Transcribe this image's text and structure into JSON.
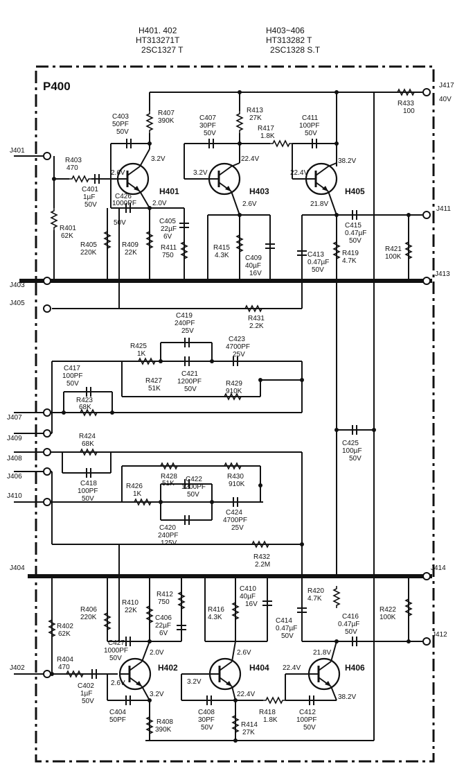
{
  "header": {
    "left": {
      "line1": "H401. 402",
      "line2": "HT313271T",
      "line3": "2SC1327 T"
    },
    "right": {
      "line1": "H403~406",
      "line2": "HT313282 T",
      "line3": "2SC1328 S.T"
    }
  },
  "board": {
    "label": "P400"
  },
  "terminals": {
    "j417": "J417",
    "j417_v": "40V",
    "j401": "J401",
    "j411": "J411",
    "j403": "J403",
    "j413": "J413",
    "j405": "J405",
    "j407": "J407",
    "j409": "J409",
    "j408": "J408",
    "j406": "J406",
    "j410": "J410",
    "j404": "J404",
    "j414": "J414",
    "j402": "J402",
    "j412": "J412"
  },
  "transistors": {
    "h401": "H401",
    "h402": "H402",
    "h403": "H403",
    "h404": "H404",
    "h405": "H405",
    "h406": "H406"
  },
  "voltages": {
    "h401_c": "3.2V",
    "h401_b": "2.6V",
    "h401_e": "2.0V",
    "h403_b": "3.2V",
    "h403_c": "22.4V",
    "h403_e": "2.6V",
    "h405_b": "22.4V",
    "h405_c": "38.2V",
    "h405_e": "21.8V",
    "h402_e": "2.0V",
    "h402_b": "2.6V",
    "h402_c": "3.2V",
    "h404_e": "2.6V",
    "h404_b": "3.2V",
    "h404_c": "22.4V",
    "h406_e": "21.8V",
    "h406_b": "22.4V",
    "h406_c": "38.2V"
  },
  "components": {
    "c403": [
      "C403",
      "50PF",
      "50V"
    ],
    "r407": [
      "R407",
      "390K"
    ],
    "c407": [
      "C407",
      "30PF",
      "50V"
    ],
    "r413": [
      "R413",
      "27K"
    ],
    "r417": [
      "R417",
      "1.8K"
    ],
    "c411": [
      "C411",
      "100PF",
      "50V"
    ],
    "r433": [
      "R433",
      "100"
    ],
    "r403": [
      "R403",
      "470"
    ],
    "c401": [
      "C401",
      "1µF",
      "50V"
    ],
    "c426": [
      "C426",
      "1000PF",
      "50V"
    ],
    "c405": [
      "C405",
      "22µF",
      "6V"
    ],
    "r401": [
      "R401",
      "62K"
    ],
    "r405": [
      "R405",
      "220K"
    ],
    "r409": [
      "R409",
      "22K"
    ],
    "r411": [
      "R411",
      "750"
    ],
    "r415": [
      "R415",
      "4.3K"
    ],
    "c409": [
      "C409",
      "40µF",
      "16V"
    ],
    "c413": [
      "C413",
      "0.47µF",
      "50V"
    ],
    "c415": [
      "C415",
      "0.47µF",
      "50V"
    ],
    "r419": [
      "R419",
      "4.7K"
    ],
    "r421": [
      "R421",
      "100K"
    ],
    "c419": [
      "C419",
      "240PF",
      "25V"
    ],
    "r431": [
      "R431",
      "2.2K"
    ],
    "c423": [
      "C423",
      "4700PF",
      "25V"
    ],
    "r425": [
      "R425",
      "1K"
    ],
    "c421": [
      "C421",
      "1200PF",
      "50V"
    ],
    "r427": [
      "R427",
      "51K"
    ],
    "r429": [
      "R429",
      "910K"
    ],
    "c417": [
      "C417",
      "100PF",
      "50V"
    ],
    "r423": [
      "R423",
      "68K"
    ],
    "c425": [
      "C425",
      "100µF",
      "50V"
    ],
    "r424": [
      "R424",
      "68K"
    ],
    "c418": [
      "C418",
      "100PF",
      "50V"
    ],
    "r426": [
      "R426",
      "1K"
    ],
    "r428": [
      "R428",
      "51K"
    ],
    "c422": [
      "C422",
      "1200PF",
      "50V"
    ],
    "r430": [
      "R430",
      "910K"
    ],
    "c424": [
      "C424",
      "4700PF",
      "25V"
    ],
    "c420": [
      "C420",
      "240PF",
      "125V"
    ],
    "r432": [
      "R432",
      "2.2M"
    ],
    "r406": [
      "R406",
      "220K"
    ],
    "r410": [
      "R410",
      "22K"
    ],
    "r412": [
      "R412",
      "750"
    ],
    "c406": [
      "C406",
      "22µF",
      "6V"
    ],
    "r416": [
      "R416",
      "4.3K"
    ],
    "c410": [
      "C410",
      "40µF",
      "16V"
    ],
    "r420": [
      "R420",
      "4.7K"
    ],
    "c414": [
      "C414",
      "0.47µF",
      "50V"
    ],
    "c416": [
      "C416",
      "0.47µF",
      "50V"
    ],
    "r422": [
      "R422",
      "100K"
    ],
    "r402": [
      "R402",
      "62K"
    ],
    "c427": [
      "C427",
      "1000PF",
      "50V"
    ],
    "r404": [
      "R404",
      "470"
    ],
    "c402": [
      "C402",
      "1µF",
      "50V"
    ],
    "c404": [
      "C404",
      "50PF"
    ],
    "r408": [
      "R408",
      "390K"
    ],
    "c408": [
      "C408",
      "30PF",
      "50V"
    ],
    "r414": [
      "R414",
      "27K"
    ],
    "r418": [
      "R418",
      "1.8K"
    ],
    "c412": [
      "C412",
      "100PF",
      "50V"
    ]
  }
}
